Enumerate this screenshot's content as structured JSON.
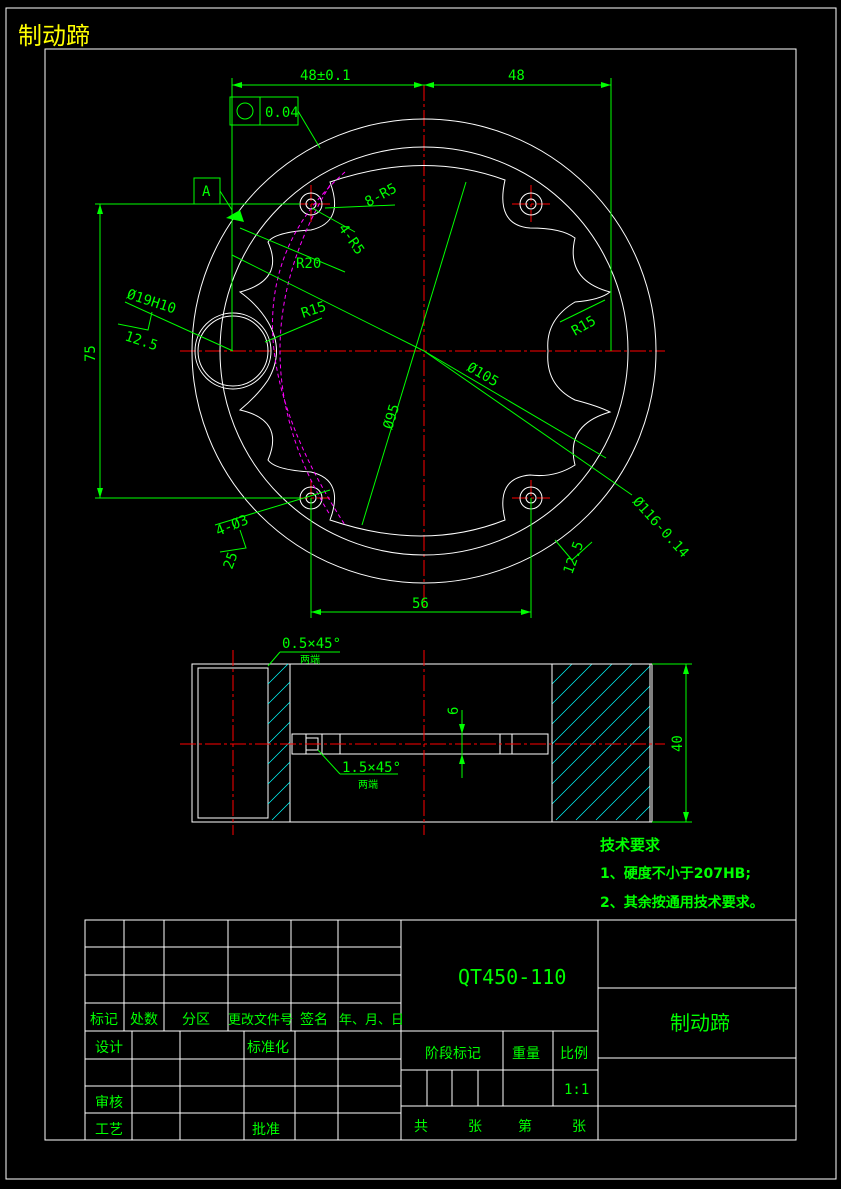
{
  "sheet_title": "制动蹄",
  "dimensions": {
    "d48_tol": "48±0.1",
    "d48": "48",
    "tolerance_frame_value": "0.04",
    "datum_a": "A",
    "r8": "8-R5",
    "r4": "4-R5",
    "r20": "R20",
    "d19h10": "Ø19H10",
    "rough_12_5_left": "12.5",
    "r15_left": "R15",
    "r15_right": "R15",
    "d75": "75",
    "d105": "Ø105",
    "d95": "Ø95",
    "d116": "Ø116-0.14",
    "hole_4_d3": "4-Ø3",
    "rough_25": "25",
    "rough_12_5_right": "12.5",
    "d56": "56",
    "chamfer_top": "0.5×45°",
    "chamfer_top_note": "两端",
    "d6": "6",
    "chamfer_mid": "1.5×45°",
    "chamfer_mid_note": "两端",
    "d40": "40"
  },
  "tech": {
    "heading": "技术要求",
    "line1": "1、硬度不小于207HB;",
    "line2": "2、其余按通用技术要求。"
  },
  "title_block": {
    "material": "QT450-110",
    "part_name": "制动蹄",
    "col_biaoji": "标记",
    "col_chushu": "处数",
    "col_fenqu": "分区",
    "col_change": "更改文件号",
    "col_sign": "签名",
    "col_date": "年、月、日",
    "row_design": "设计",
    "row_std": "标准化",
    "row_check": "审核",
    "row_process": "工艺",
    "row_approve": "批准",
    "stage": "阶段标记",
    "weight": "重量",
    "scale_label": "比例",
    "scale_value": "1:1",
    "gong": "共",
    "zhang1": "张",
    "di": "第",
    "zhang2": "张"
  }
}
